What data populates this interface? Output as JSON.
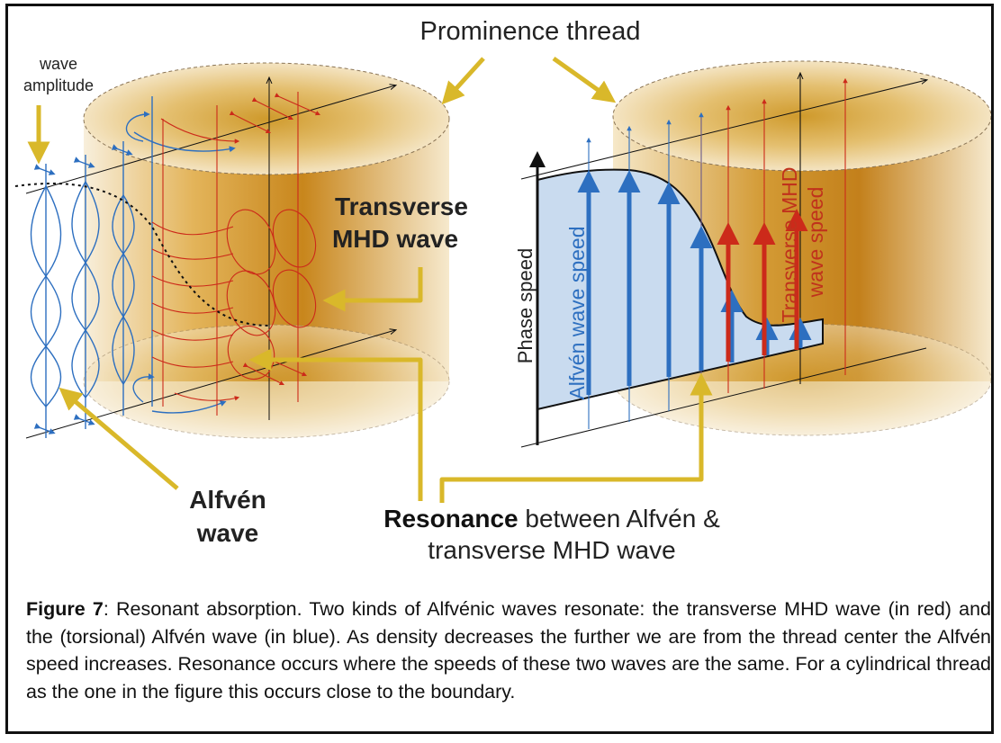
{
  "labels": {
    "prominence_thread": "Prominence thread",
    "wave_amplitude_line1": "wave",
    "wave_amplitude_line2": "amplitude",
    "transverse_line1": "Transverse",
    "transverse_line2": "MHD  wave",
    "alfven_line1": "Alfvén",
    "alfven_line2": "wave",
    "resonance_bold": "Resonance",
    "resonance_rest": " between Alfvén &",
    "resonance_line2": "transverse MHD wave",
    "phase_speed": "Phase speed",
    "alfven_wave_speed": "Alfvén wave speed",
    "transverse_speed_line1": "Transverse MHD",
    "transverse_speed_line2": "wave  speed"
  },
  "caption": {
    "figure_label": "Figure 7",
    "text": ": Resonant absorption. Two kinds of Alfvénic waves resonate: the transverse MHD wave (in red) and the (torsional) Alfvén wave (in blue). As density decreases the further we are from the thread center the Alfvén speed increases. Resonance occurs where the speeds of these two waves are the same. For a cylindrical thread as the one in the figure this occurs close to the boundary."
  },
  "colors": {
    "annotation_arrow": "#d9b82a",
    "alfven_blue": "#2d6fc0",
    "transverse_red": "#cc2a1a",
    "thread_core": "#c98f1e",
    "thread_edge": "#f3e3bd",
    "speed_region_fill": "#c9dbef"
  }
}
